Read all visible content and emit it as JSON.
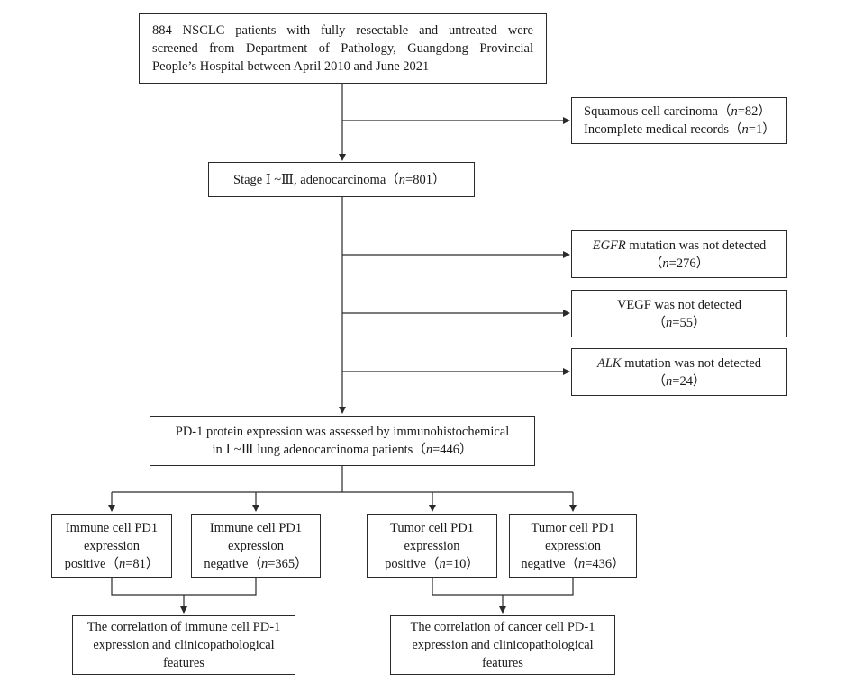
{
  "boxes": {
    "screened": {
      "line1": "884 NSCLC patients with fully resectable and untreated were",
      "line2": "screened from Department of Pathology, Guangdong Provincial",
      "line3": "People’s Hospital between April 2010 and June 2021"
    },
    "excl1": {
      "line1_pre": "Squamous cell carcinoma（",
      "line1_n": "n",
      "line1_post": "=82）",
      "line2_pre": "Incomplete medical records（",
      "line2_n": "n",
      "line2_post": "=1）"
    },
    "stage": {
      "pre": "Stage Ⅰ ~Ⅲ, adenocarcinoma（",
      "n": "n",
      "post": "=801）"
    },
    "egfr": {
      "gene": "EGFR",
      "rest": " mutation was not detected",
      "line2_pre": "（",
      "n": "n",
      "line2_post": "=276）"
    },
    "vegf": {
      "line1": "VEGF was not detected",
      "line2_pre": "（",
      "n": "n",
      "line2_post": "=55）"
    },
    "alk": {
      "gene": "ALK",
      "rest": " mutation was not detected",
      "line2_pre": "（",
      "n": "n",
      "line2_post": "=24）"
    },
    "pd1": {
      "line1": "PD-1 protein expression was assessed by immunohistochemical",
      "line2_pre": "in Ⅰ ~Ⅲ lung adenocarcinoma patients（",
      "n": "n",
      "line2_post": "=446）"
    },
    "imm_pos": {
      "line1": "Immune cell PD1",
      "line2": "expression",
      "line3_pre": "positive（",
      "n": "n",
      "line3_post": "=81）"
    },
    "imm_neg": {
      "line1": "Immune cell PD1",
      "line2": "expression",
      "line3_pre": "negative（",
      "n": "n",
      "line3_post": "=365）"
    },
    "tum_pos": {
      "line1": "Tumor cell PD1",
      "line2": "expression",
      "line3_pre": "positive（",
      "n": "n",
      "line3_post": "=10）"
    },
    "tum_neg": {
      "line1": "Tumor cell PD1",
      "line2": "expression",
      "line3_pre": "negative（",
      "n": "n",
      "line3_post": "=436）"
    },
    "corr_imm": {
      "line1": "The correlation of immune cell PD-1",
      "line2": "expression and clinicopathological",
      "line3": "features"
    },
    "corr_can": {
      "line1": "The correlation of cancer cell PD-1",
      "line2": "expression and clinicopathological",
      "line3": "features"
    }
  }
}
